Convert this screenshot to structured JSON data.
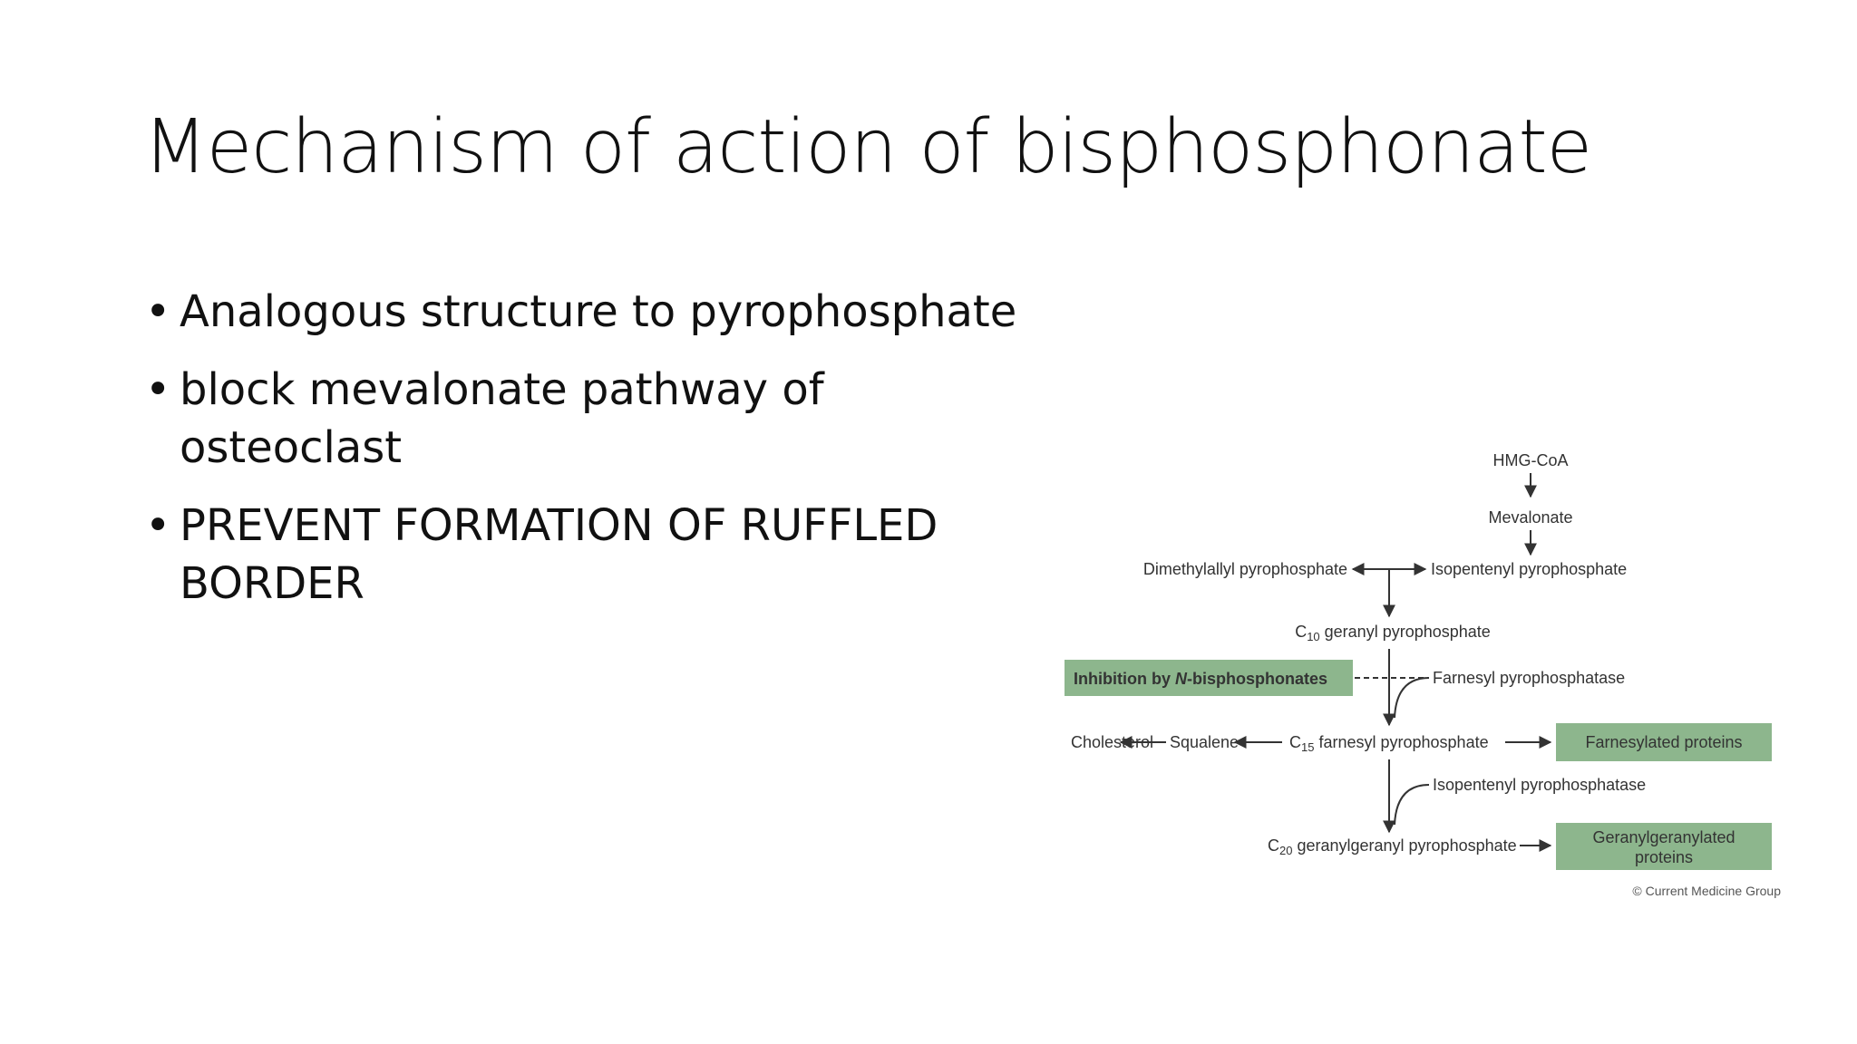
{
  "slide": {
    "title": "Mechanism of action of bisphosphonate",
    "bullets": [
      "Analogous structure to pyrophosphate",
      "block mevalonate pathway of osteoclast",
      "PREVENT FORMATION OF RUFFLED BORDER"
    ],
    "bullet_glyph": "•"
  },
  "diagram": {
    "hmg_coa": "HMG-CoA",
    "mevalonate": "Mevalonate",
    "dimethylallyl": "Dimethylallyl pyrophosphate",
    "isopentenyl": "Isopentenyl pyrophosphate",
    "c10_prefix": "C",
    "c10_sub": "10",
    "c10_rest": " geranyl pyrophosphate",
    "inhibition_prefix": "Inhibition by ",
    "inhibition_italic": "N",
    "inhibition_rest": "-bisphosphonates",
    "farnesyl_synthase": "Farnesyl pyrophosphatase",
    "cholesterol": "Cholesterol",
    "squalene": "Squalene",
    "c15_prefix": "C",
    "c15_sub": "15",
    "c15_rest": " farnesyl pyrophosphate",
    "farnesylated": "Farnesylated proteins",
    "isopentenyl_synthase": "Isopentenyl pyrophosphatase",
    "c20_prefix": "C",
    "c20_sub": "20",
    "c20_rest": " geranylgeranyl pyrophosphate",
    "geranylgeranylated_line1": "Geranylgeranylated",
    "geranylgeranylated_line2": "proteins",
    "copyright": "© Current Medicine Group",
    "colors": {
      "box_fill": "#8db68d",
      "line": "#333333"
    }
  }
}
